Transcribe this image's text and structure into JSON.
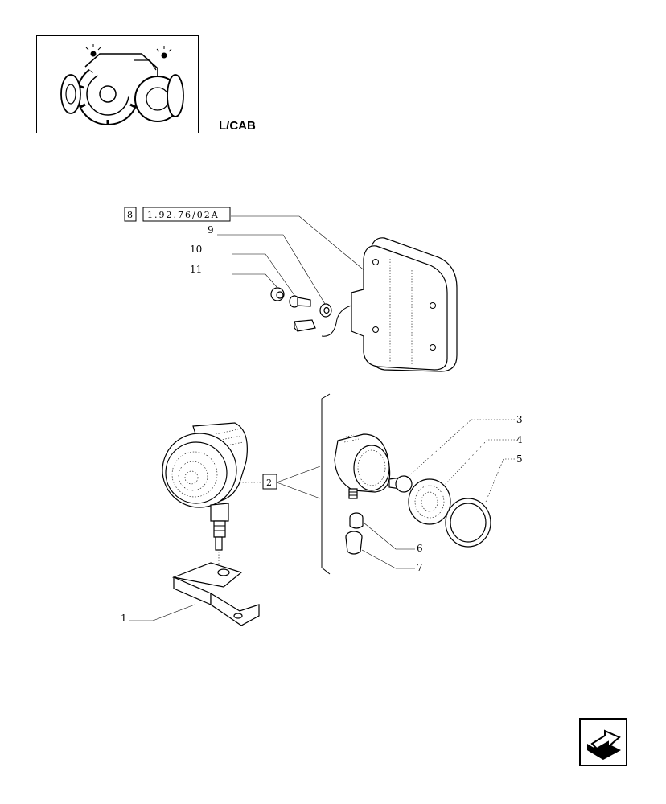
{
  "header": {
    "model_label": "L/CAB"
  },
  "references": [
    {
      "box_a": "8",
      "box_b": "1.92.76/02A"
    },
    {
      "box_a": "2"
    }
  ],
  "callouts": [
    "1",
    "3",
    "4",
    "5",
    "6",
    "7",
    "9",
    "10",
    "11"
  ],
  "icons": {
    "thumbnail": "tractor-thumbnail-icon",
    "nav": "next-page-arrow-icon"
  }
}
